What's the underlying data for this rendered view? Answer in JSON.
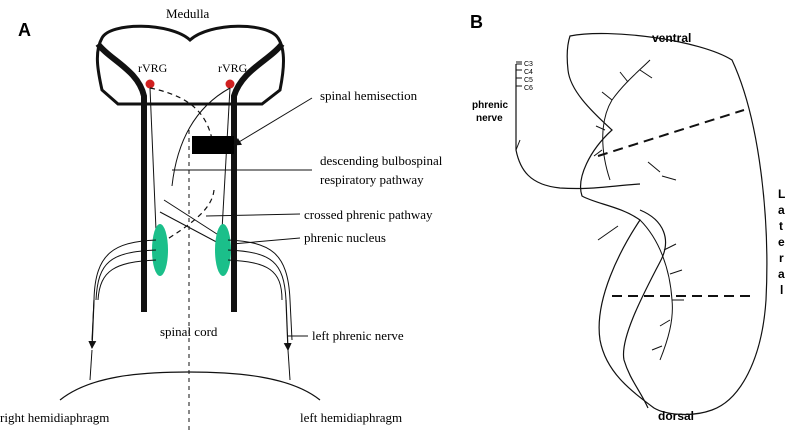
{
  "panel_a": {
    "panel_letter": "A",
    "medulla_label": "Medulla",
    "rvrg_left_label": "rVRG",
    "rvrg_right_label": "rVRG",
    "spinal_hemisection_label": "spinal hemisection",
    "descending_pathway_line1": "descending bulbospinal",
    "descending_pathway_line2": "respiratory  pathway",
    "crossed_phrenic_label": "crossed phrenic pathway",
    "phrenic_nucleus_label": "phrenic nucleus",
    "spinal_cord_label": "spinal  cord",
    "left_phrenic_nerve_label": "left phrenic nerve",
    "right_hemidiaphragm_label": "right hemidiaphragm",
    "left_hemidiaphragm_label": "left hemidiaphragm",
    "colors": {
      "nucleus": "#1bbf8a",
      "rvrg_dot": "#d02020",
      "ink": "#111111"
    }
  },
  "panel_b": {
    "panel_letter": "B",
    "ventral_label": "ventral",
    "dorsal_label": "dorsal",
    "lateral_letters": [
      "L",
      "a",
      "t",
      "e",
      "r",
      "a",
      "l"
    ],
    "phrenic_nerve_line1": "phrenic",
    "phrenic_nerve_line2": "nerve",
    "root_labels": [
      "C3",
      "C4",
      "C5",
      "C6"
    ]
  }
}
